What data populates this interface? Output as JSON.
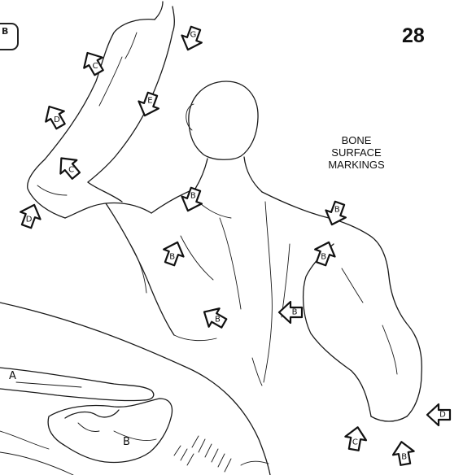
{
  "page_number": "28",
  "corner_mark": "B",
  "title": [
    "BONE",
    "SURFACE",
    "MARKINGS"
  ],
  "bone_labels": [
    "A",
    "B"
  ],
  "markers": [
    "G",
    "C",
    "E",
    "D",
    "C",
    "D",
    "B",
    "B",
    "B",
    "B",
    "B",
    "B",
    "C",
    "D",
    "B"
  ]
}
